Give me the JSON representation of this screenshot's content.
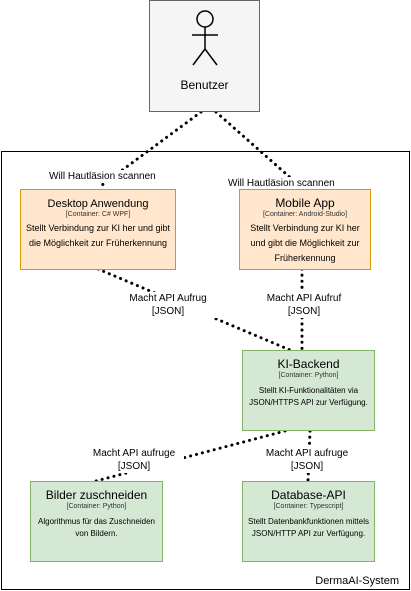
{
  "actor": {
    "label": "Benutzer"
  },
  "system": {
    "label": "DermaAI-System"
  },
  "nodes": {
    "desktop": {
      "title": "Desktop Anwendung",
      "tech": "[Container: C# WPF]",
      "desc": "Stellt Verbindung zur KI her und gibt die Möglichkeit zur Früherkennung"
    },
    "mobile": {
      "title": "Mobile App",
      "tech": "[Container: Android-Studio]",
      "desc": "Stellt Verbindung zur KI her und gibt die Möglichkeit zur Früherkennung"
    },
    "ki": {
      "title": "KI-Backend",
      "tech": "[Container: Python]",
      "desc": "Stellt KI-Funktionalitäten via JSON/HTTPS API zur Verfügung."
    },
    "bilder": {
      "title": "Bilder zuschneiden",
      "tech": "[Container: Python]",
      "desc": "Algorithmus für das Zuschneiden von Bildern."
    },
    "db": {
      "title": "Database-API",
      "tech": "[Container: Typescript]",
      "desc": "Stellt Datenbankfunktionen mittels JSON/HTTP API zur Verfügung."
    }
  },
  "edges": {
    "actor_desktop": "Will Hautläsion scannen",
    "actor_mobile": "Will Hautläsion scannen",
    "desktop_ki": {
      "line1": "Macht API Aufrug",
      "line2": "[JSON]"
    },
    "mobile_ki": {
      "line1": "Macht API Aufruf",
      "line2": "[JSON]"
    },
    "ki_bilder": {
      "line1": "Macht API aufruge",
      "line2": "[JSON]"
    },
    "ki_db": {
      "line1": "Macht API aufruge",
      "line2": "[JSON]"
    }
  },
  "colors": {
    "container_fill": "#ffe6cc",
    "container_stroke": "#d79b00",
    "backend_fill": "#d5e8d4",
    "backend_stroke": "#82b366"
  }
}
